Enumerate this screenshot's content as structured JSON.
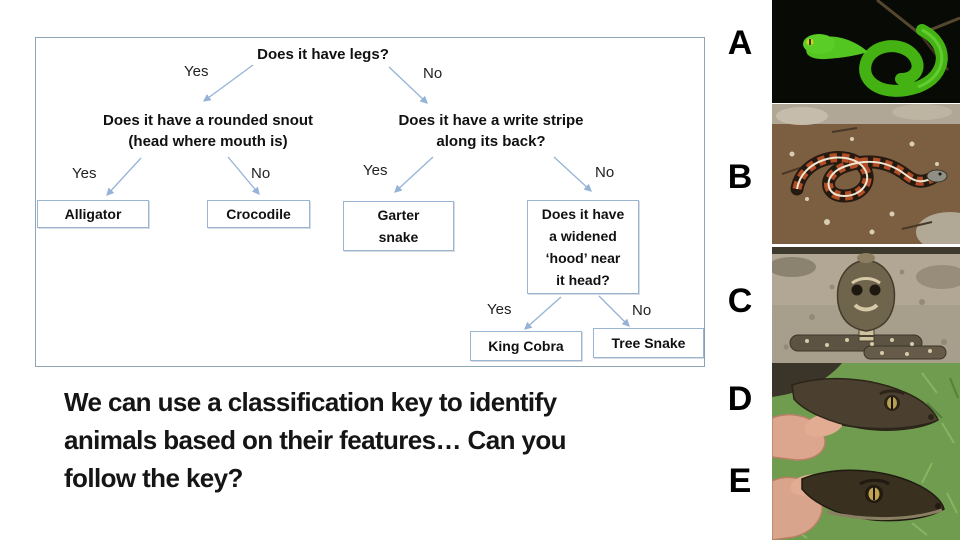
{
  "slide": {
    "caption": "We can use a classification key to identify\nanimals based on their features… Can you\nfollow the key?"
  },
  "flowchart": {
    "nodes": {
      "q_legs": "Does it have legs?",
      "q_snout": "Does it have a rounded snout\n(head where mouth is)",
      "q_stripe": "Does it have a write stripe\nalong its back?",
      "q_hood": "Does it have\na widened\n‘hood’ near\nit head?",
      "alligator": "Alligator",
      "crocodile": "Crocodile",
      "garter": "Garter\nsnake",
      "king_cobra": "King Cobra",
      "tree_snake": "Tree Snake"
    },
    "labels": {
      "yes": "Yes",
      "no": "No"
    }
  },
  "answer_letters": [
    "A",
    "B",
    "C",
    "D",
    "E"
  ],
  "photos": [
    {
      "letter": "A",
      "alt": "green-pit-viper-on-branch"
    },
    {
      "letter": "B",
      "alt": "garter-snake-on-ground"
    },
    {
      "letter": "C",
      "alt": "king-cobra-hood-raised"
    },
    {
      "letter": "D",
      "alt": "caiman-head-held-in-hand"
    },
    {
      "letter": "E",
      "alt": "alligator-head-held-in-hand"
    }
  ],
  "colors": {
    "arrow": "#95b3d7",
    "box_border": "#9ab5d2",
    "frame_border": "#90a5b4",
    "text": "#111111",
    "background": "#ffffff"
  }
}
